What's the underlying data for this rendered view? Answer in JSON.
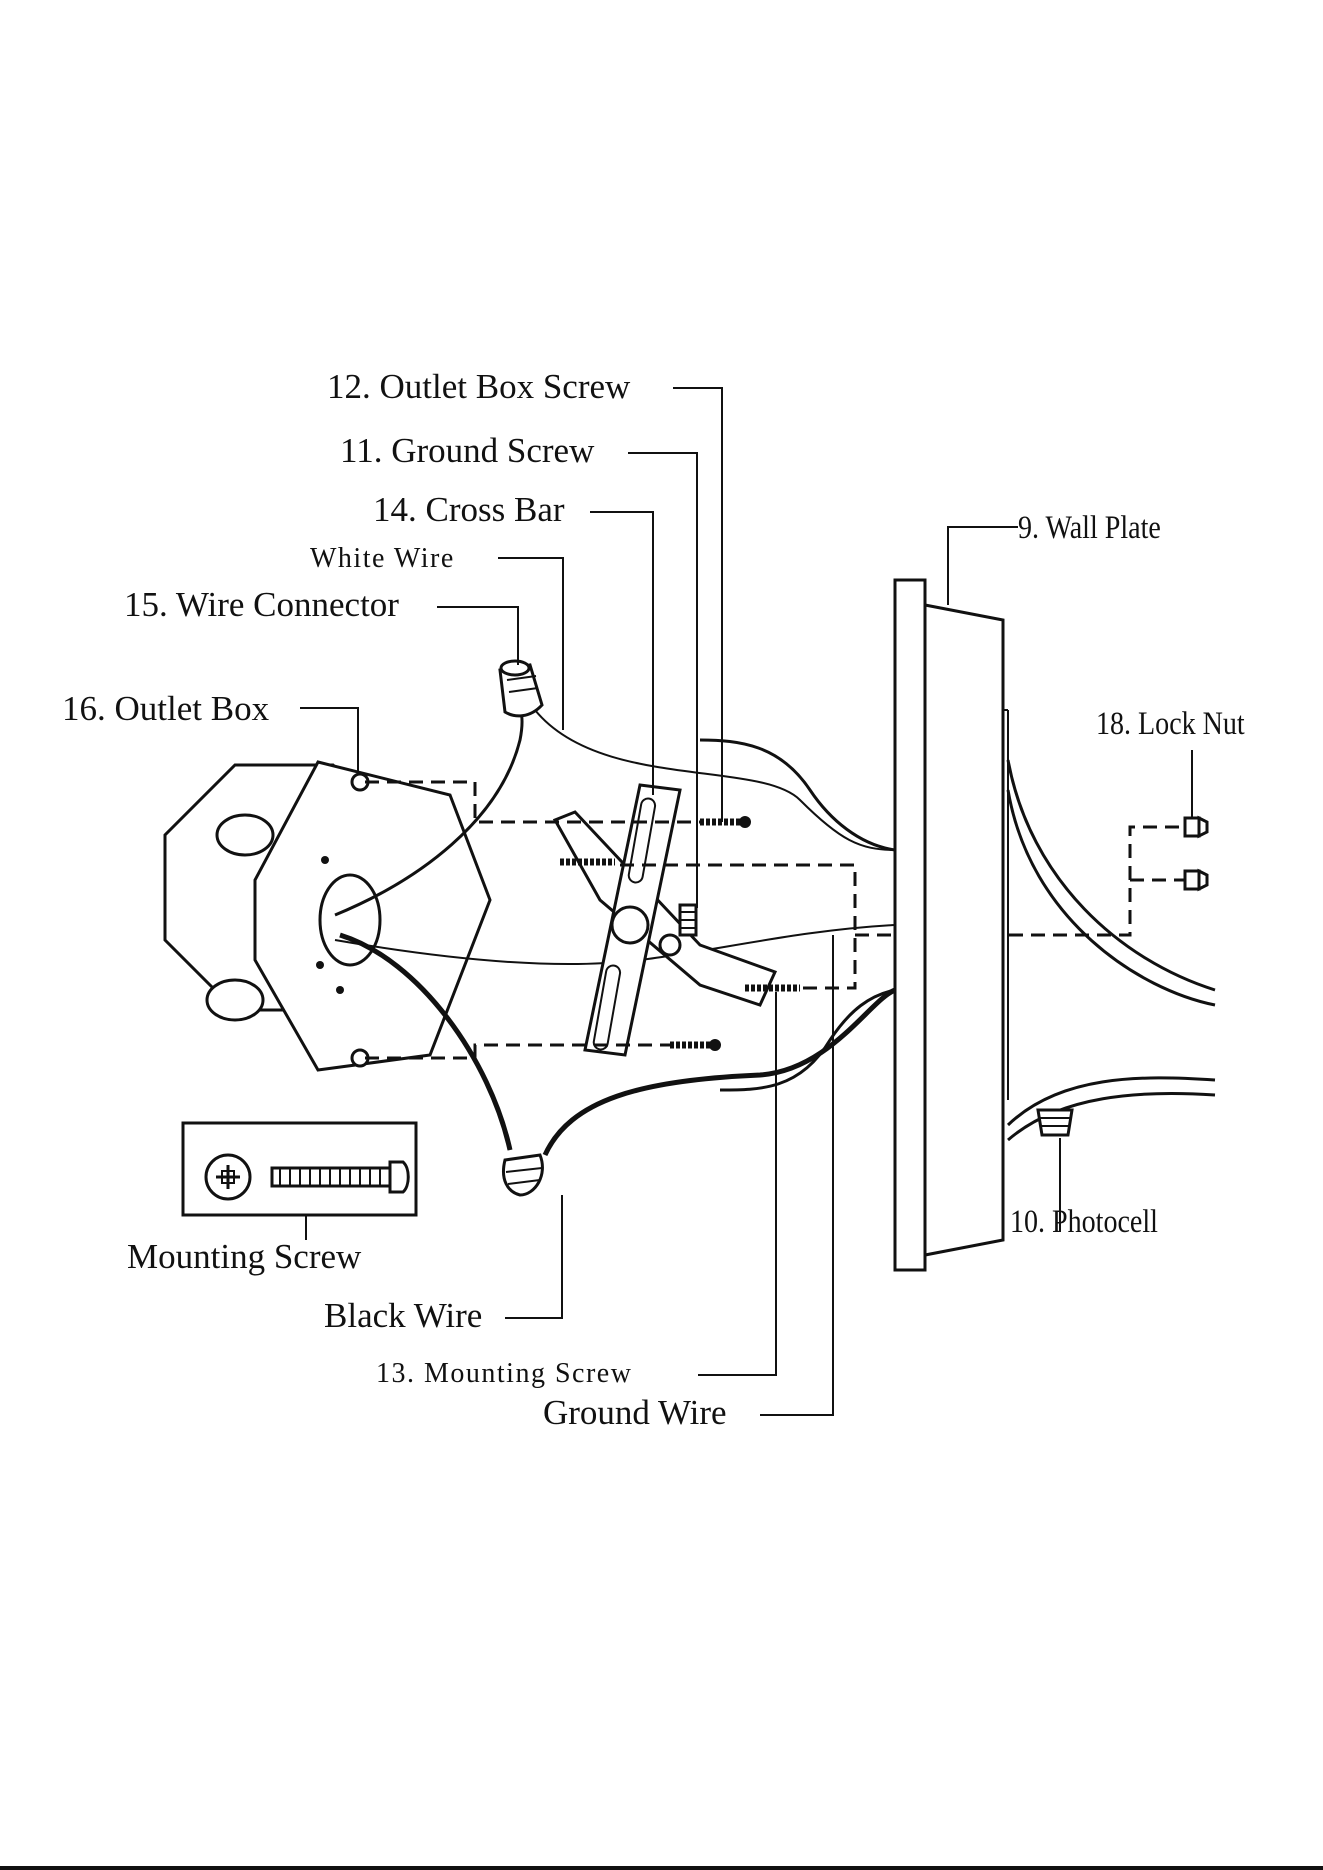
{
  "labels": {
    "outlet_box_screw": "12. Outlet Box Screw",
    "ground_screw": "11. Ground Screw",
    "cross_bar": "14. Cross Bar",
    "white_wire": "White Wire",
    "wire_connector": "15. Wire Connector",
    "outlet_box": "16. Outlet Box",
    "wall_plate": "9. Wall Plate",
    "lock_nut": "18. Lock Nut",
    "photocell": "10. Photocell",
    "mounting_screw": "Mounting Screw",
    "black_wire": "Black Wire",
    "mounting_screw_13": "13. Mounting Screw",
    "ground_wire": "Ground Wire"
  },
  "icons": {
    "phillips_screw_head": "phillips-head-icon",
    "screw_shaft": "screw-shaft-icon"
  }
}
